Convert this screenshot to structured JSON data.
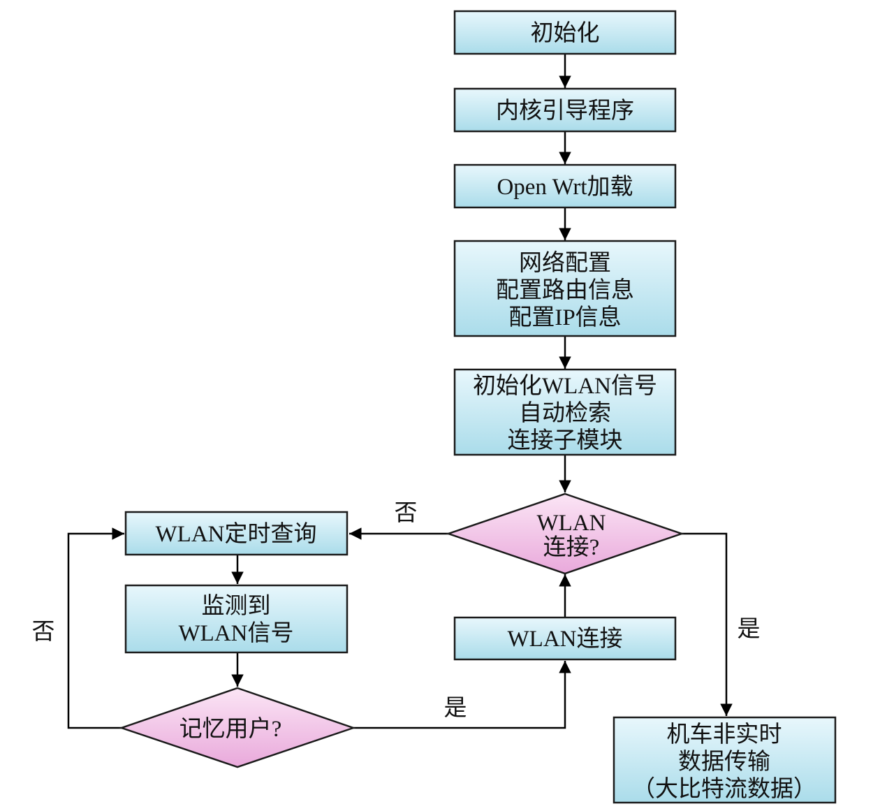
{
  "nodes": {
    "init": [
      "初始化"
    ],
    "kernel": [
      "内核引导程序"
    ],
    "openwrt": [
      "Open Wrt加载"
    ],
    "netconfig": [
      "网络配置",
      "配置路由信息",
      "配置IP信息"
    ],
    "wlaninit": [
      "初始化WLAN信号",
      "自动检索",
      "连接子模块"
    ],
    "wlan_connected_q": [
      "WLAN",
      "连接?"
    ],
    "wlan_timer": [
      "WLAN定时查询"
    ],
    "detected": [
      "监测到",
      "WLAN信号"
    ],
    "remember_q": [
      "记忆用户?"
    ],
    "wlan_connect": [
      "WLAN连接"
    ],
    "transfer": [
      "机车非实时",
      "数据传输",
      "（大比特流数据）"
    ]
  },
  "labels": {
    "no_top": "否",
    "no_left": "否",
    "yes_right": "是",
    "yes_bottom": "是"
  },
  "colors": {
    "box_fill_top": "#e6f6fb",
    "box_fill_bottom": "#a8dcea",
    "diamond_fill_top": "#fbe3f4",
    "diamond_fill_bottom": "#eaa6da",
    "stroke": "#1a1a1a"
  }
}
